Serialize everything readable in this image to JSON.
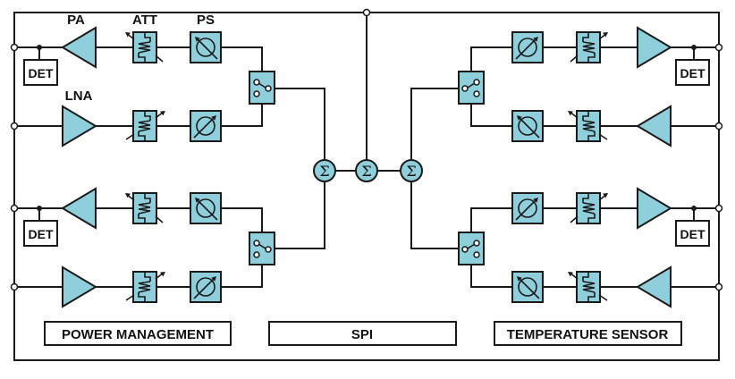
{
  "diagram": {
    "title": "Beamformer IC block diagram",
    "colors": {
      "block_fill": "#8fcfdc",
      "line": "#1a1a1a",
      "background": "#ffffff"
    },
    "labels": {
      "pa": "PA",
      "lna": "LNA",
      "att": "ATT",
      "ps": "PS",
      "det": "DET",
      "sum_symbol": "Σ"
    },
    "blocks": {
      "power_management": "POWER MANAGEMENT",
      "spi": "SPI",
      "temperature_sensor": "TEMPERATURE SENSOR"
    },
    "channels": [
      {
        "side": "left",
        "row": 1,
        "type": "tx",
        "amp": "PA",
        "has_det": true
      },
      {
        "side": "left",
        "row": 2,
        "type": "rx",
        "amp": "LNA",
        "has_det": false
      },
      {
        "side": "left",
        "row": 3,
        "type": "tx",
        "amp": "PA",
        "has_det": true
      },
      {
        "side": "left",
        "row": 4,
        "type": "rx",
        "amp": "LNA",
        "has_det": false
      },
      {
        "side": "right",
        "row": 1,
        "type": "tx",
        "amp": "PA",
        "has_det": true
      },
      {
        "side": "right",
        "row": 2,
        "type": "rx",
        "amp": "LNA",
        "has_det": false
      },
      {
        "side": "right",
        "row": 3,
        "type": "tx",
        "amp": "PA",
        "has_det": true
      },
      {
        "side": "right",
        "row": 4,
        "type": "rx",
        "amp": "LNA",
        "has_det": false
      }
    ],
    "summers": [
      "Σ",
      "Σ",
      "Σ"
    ],
    "switches": 4
  }
}
